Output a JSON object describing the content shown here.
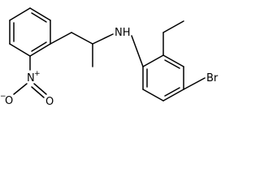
{
  "molecule": {
    "atoms": {
      "amine": "NH",
      "nitro_nitrogen": "N",
      "nitro_charge": "+",
      "nitro_oxygen_single": "O",
      "nitro_oxygen_single_charge": "−",
      "nitro_oxygen_double": "O",
      "bromine": "Br"
    }
  }
}
